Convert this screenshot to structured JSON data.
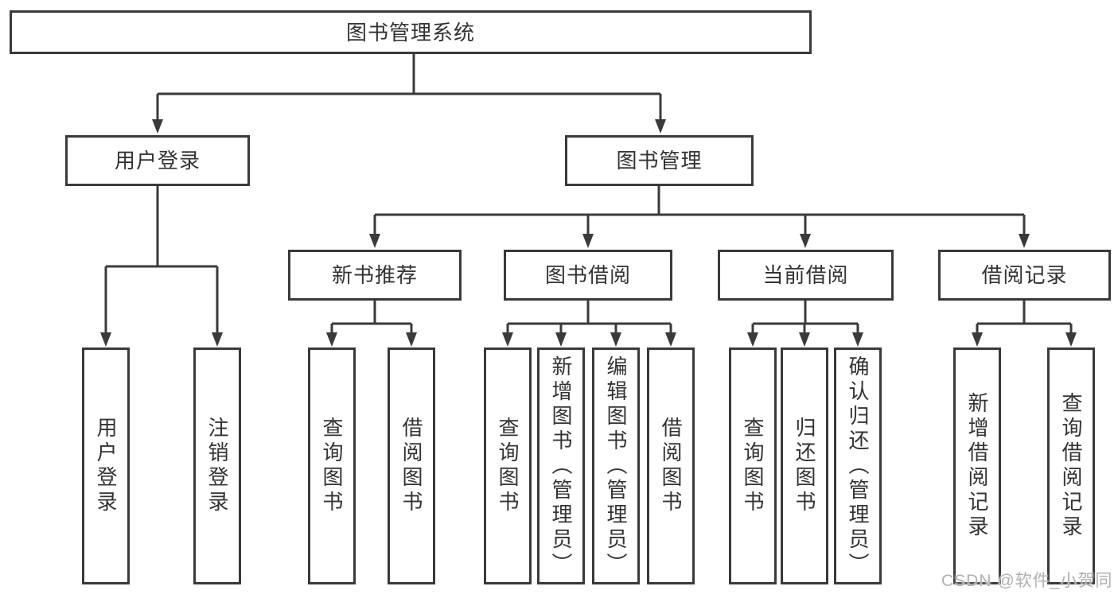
{
  "tree": {
    "root": {
      "label": "图书管理系统",
      "children": [
        {
          "label": "用户登录",
          "children": [
            {
              "label": "用户登录"
            },
            {
              "label": "注销登录"
            }
          ]
        },
        {
          "label": "图书管理",
          "children": [
            {
              "label": "新书推荐",
              "children": [
                {
                  "label": "查询图书"
                },
                {
                  "label": "借阅图书"
                }
              ]
            },
            {
              "label": "图书借阅",
              "children": [
                {
                  "label": "查询图书"
                },
                {
                  "label": "新增图书（管理员）"
                },
                {
                  "label": "编辑图书（管理员）"
                },
                {
                  "label": "借阅图书"
                }
              ]
            },
            {
              "label": "当前借阅",
              "children": [
                {
                  "label": "查询图书"
                },
                {
                  "label": "归还图书"
                },
                {
                  "label": "确认归还（管理员）"
                }
              ]
            },
            {
              "label": "借阅记录",
              "children": [
                {
                  "label": "新增借阅记录"
                },
                {
                  "label": "查询借阅记录"
                }
              ]
            }
          ]
        }
      ]
    }
  },
  "watermark": {
    "text": "CSDN @软件_小贺同学",
    "color": "#b0b0b0"
  },
  "colors": {
    "line": "#3a3a3a",
    "text": "#333333",
    "background": "#ffffff",
    "box_fill": "#ffffff"
  }
}
